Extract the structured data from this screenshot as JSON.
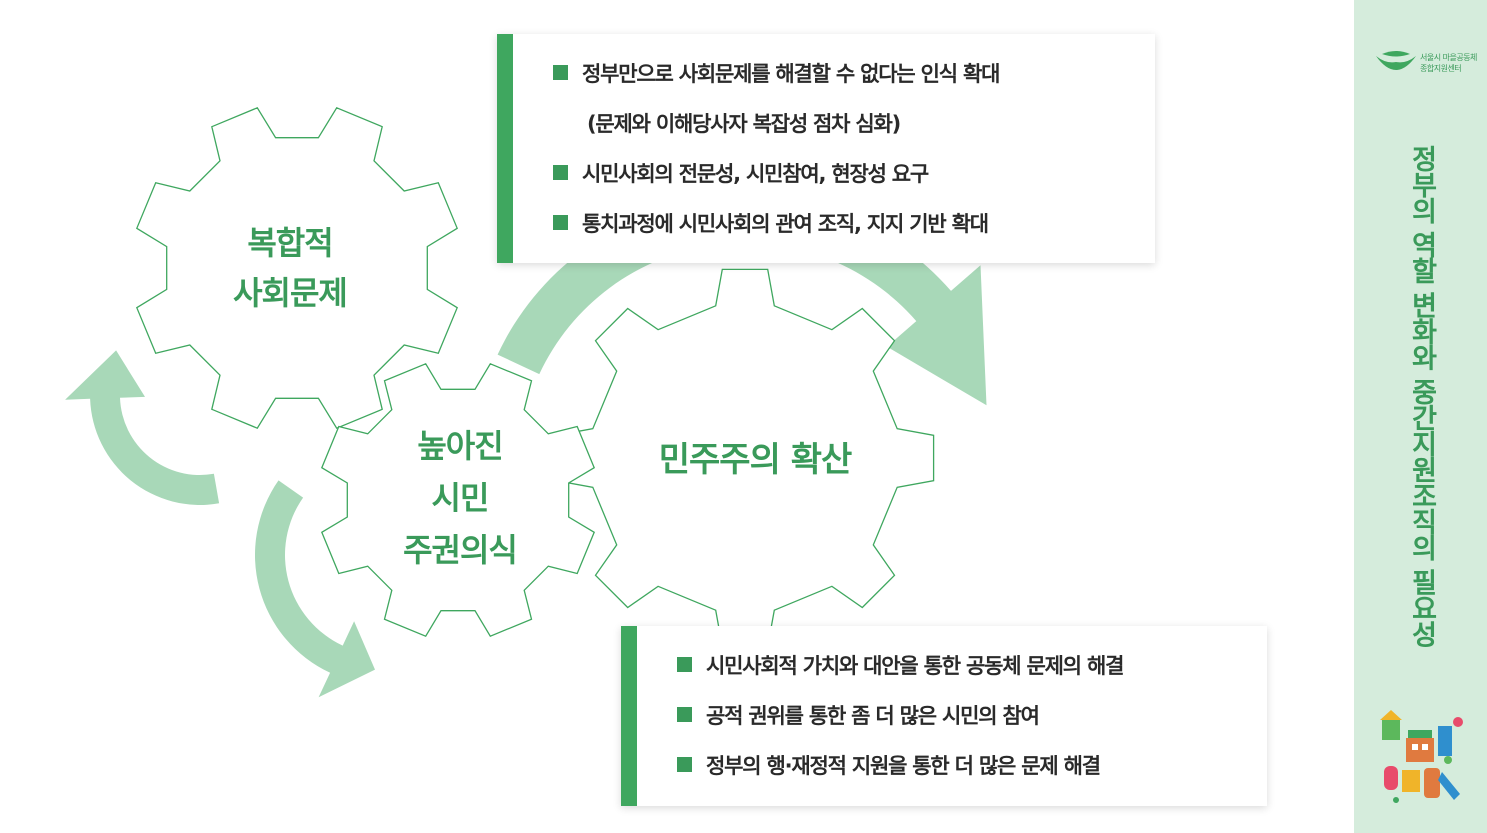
{
  "gears": {
    "complex_problems": [
      "복합적",
      "사회문제"
    ],
    "citizen_sovereignty": [
      "높아진",
      "시민",
      "주권의식"
    ],
    "democracy": "민주주의 확산"
  },
  "callout_top": {
    "lines": [
      "정부만으로 사회문제를 해결할 수 없다는 인식 확대",
      "(문제와 이해당사자 복잡성 점차 심화)",
      "시민사회의 전문성, 시민참여, 현장성 요구",
      "통치과정에 시민사회의 관여 조직, 지지 기반 확대"
    ]
  },
  "callout_bottom": {
    "lines": [
      "시민사회적 가치와 대안을 통한 공동체 문제의 해결",
      "공적 권위를 통한 좀 더 많은 시민의 참여",
      "정부의 행·재정적 지원을 통한 더 많은 문제 해결"
    ]
  },
  "sidebar": {
    "title": "정부의 역할 변화와 중간지원조직의 필요성",
    "logo_line1": "서울시 마을공동체",
    "logo_line2": "종합지원센터"
  },
  "colors": {
    "accent": "#3fa75f",
    "text_green": "#3a9a5a",
    "arrow": "#a8d8b8",
    "gear_stroke": "#3fa75f",
    "sidebar_bg": "#d5ecdc"
  }
}
